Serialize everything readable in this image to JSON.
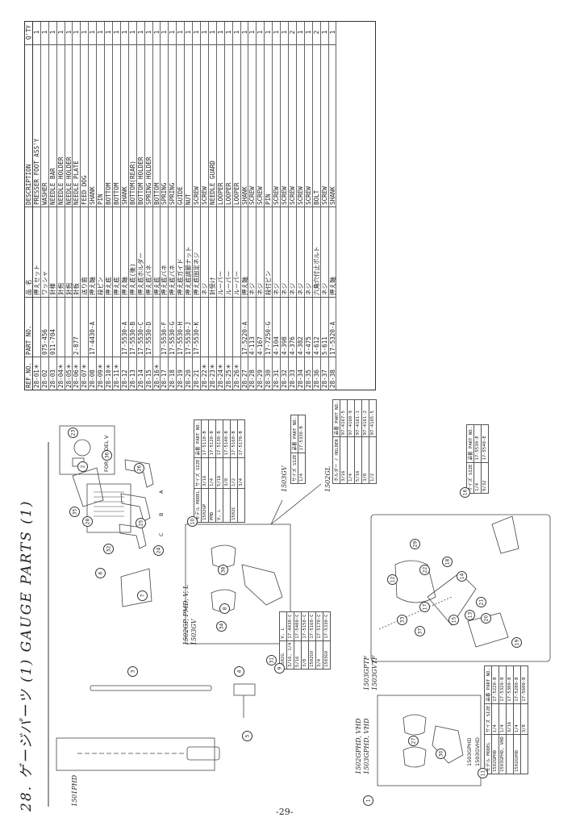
{
  "section_title": "28. ゲージパーツ (1)   GAUGE PARTS (1)",
  "page_number": "-29-",
  "table": {
    "headers": [
      "REF.NO.",
      "PART NO.",
      "品  名",
      "DESCRIPTION",
      "Q'TY"
    ],
    "rows": [
      [
        "28-01＊",
        "",
        "押えセット",
        "PRESSER FOOT ASS'Y",
        "1"
      ],
      [
        "28-02",
        "075-456",
        "ワッシャ",
        "WASHER",
        "1"
      ],
      [
        "28-03",
        "011-704",
        "針棒",
        "NEEDLE BAR",
        "1"
      ],
      [
        "28-04＊",
        "",
        "針抱",
        "NEEDLE HOLDER",
        "1"
      ],
      [
        "28-05＊",
        "",
        "針抱",
        "NEEDLE HOLDER",
        "1"
      ],
      [
        "28-06＊",
        "2-877",
        "針板",
        "NEEDLE PLATE",
        "1"
      ],
      [
        "28-07＊",
        "",
        "送り歯",
        "FEED DOG",
        "1"
      ],
      [
        "28-08",
        "17-4430-A",
        "押え軸",
        "SHANK",
        "1"
      ],
      [
        "28-09＊",
        "",
        "段ピン",
        "PIN",
        "1"
      ],
      [
        "28-10＊",
        "",
        "押え底",
        "BOTTOM",
        "1"
      ],
      [
        "28-11＊",
        "",
        "押え底",
        "BOTTOM",
        "1"
      ],
      [
        "28-12",
        "17-5530-A",
        "押え軸",
        "SHANK",
        "1"
      ],
      [
        "28-13",
        "17-5530-B",
        "押え底(後)",
        "BOTTOM(REAR)",
        "1"
      ],
      [
        "28-14",
        "17-5530-C",
        "押え底ホルダー",
        "BOTTOM HOLDER",
        "1"
      ],
      [
        "28-15",
        "17-5530-D",
        "押え底バネ",
        "SPRING HOLDER",
        "1"
      ],
      [
        "28-16＊",
        "",
        "押え底",
        "BOTTOM",
        "1"
      ],
      [
        "28-17",
        "17-5530-F",
        "押え底バネ",
        "SPRING",
        "1"
      ],
      [
        "28-18",
        "17-5530-G",
        "押え底バネ",
        "SPRING",
        "1"
      ],
      [
        "28-19",
        "17-5530-H",
        "押え底ガイド",
        "GUIDE",
        "1"
      ],
      [
        "28-20",
        "17-5530-J",
        "押え底調節ナット",
        "NUT",
        "1"
      ],
      [
        "28-21",
        "17-5530-K",
        "押え底固定ネジ",
        "SCREW",
        "1"
      ],
      [
        "28-22＊",
        "",
        "ネジ",
        "SCREW",
        "1"
      ],
      [
        "28-23＊",
        "",
        "針受け",
        "NEEDLE GUARD",
        "1"
      ],
      [
        "28-24＊",
        "",
        "ルーパー",
        "LOOPER",
        "1"
      ],
      [
        "28-25＊",
        "",
        "ルーパー",
        "LOOPER",
        "1"
      ],
      [
        "28-26＊",
        "",
        "ルーパー",
        "LOOPER",
        "1"
      ],
      [
        "28-27",
        "17-5220-A",
        "押え軸",
        "SHANK",
        "1"
      ],
      [
        "28-28",
        "4-113",
        "ネジ",
        "SCREW",
        "1"
      ],
      [
        "28-29",
        "4-167",
        "ネジ",
        "SCREW",
        "1"
      ],
      [
        "28-30",
        "17-7250-G",
        "段付ピン",
        "PIN",
        "1"
      ],
      [
        "28-31",
        "4-104",
        "ネジ",
        "SCREW",
        "1"
      ],
      [
        "28-32",
        "4-398",
        "ネジ",
        "SCREW",
        "1"
      ],
      [
        "28-33",
        "4-376",
        "ネジ",
        "SCREW",
        "2"
      ],
      [
        "28-34",
        "4-382",
        "ネジ",
        "SCREW",
        "1"
      ],
      [
        "28-35",
        "4-475",
        "ネジ",
        "SCREW",
        "1"
      ],
      [
        "28-36",
        "4-612",
        "六角穴付止ボルト",
        "BOLT",
        "2"
      ],
      [
        "28-37",
        "5-611",
        "ネジ",
        "SCREW",
        "1"
      ],
      [
        "28-38",
        "17-5320-A",
        "押え軸",
        "SHANK",
        "1"
      ]
    ]
  },
  "labels": {
    "model_1501phd": "1501PHD",
    "model_1502gp": "1502GP, PMD, V, L",
    "model_1503gv_a": "1503GV",
    "model_1503gv_b": "1503GV",
    "model_1502gl": "1502GL",
    "model_1503gptf": "1503GPTF",
    "model_1503gvtf": "1503GVTF",
    "model_1502gphd": "1502GPHD, VHD",
    "model_1503gphd": "1503GPHD, VHD",
    "model_1503gphd_b": "1503GPHD",
    "model_1503gvhd": "1503GVHD",
    "for_model_v": "FOR MODEL V",
    "abc": [
      "A",
      "B",
      "C"
    ]
  },
  "mini_tables": {
    "t10": {
      "callout": "10",
      "head": [
        "モデル MODEL",
        "サイズ SIZE",
        "品番 PART NO."
      ],
      "rows": [
        [
          "1502GP",
          "3/16",
          "17-5110-B"
        ],
        [
          "PMD",
          "1/4",
          "17-5120-B"
        ],
        [
          "V, L",
          "5/16",
          "17-5130-B"
        ],
        [
          "",
          "3/8",
          "17-5140-B"
        ],
        [
          "1502C",
          "1/2",
          "17-5160-B"
        ],
        [
          "",
          "3/4",
          "17-5170-B"
        ]
      ]
    },
    "t9": {
      "callout": "9",
      "head": [
        "1502G",
        "V, L"
      ],
      "rows": [
        [
          "3/16, 1/4",
          "17-4430-C"
        ],
        [
          "5/16",
          "17-5400-C"
        ],
        [
          "3/8",
          "17-5150-C"
        ],
        [
          "1502GV",
          "17-5160-C"
        ],
        [
          "3/4",
          "17-5170-C"
        ],
        [
          "1503GV",
          "17-5330-C"
        ]
      ]
    },
    "t1503gv": {
      "head": [
        "サイズ SIZE",
        "品番 PART NO."
      ],
      "rows": [
        [
          "1/4",
          "17-5330-B"
        ]
      ]
    },
    "t1502gl": {
      "head": [
        "ホルダー / HOLDER",
        "品番 PART NO."
      ],
      "rows": [
        [
          "3/16",
          "97-4167-5"
        ],
        [
          "1/4",
          "97-4160-9"
        ],
        [
          "5/16",
          "97-4161-1"
        ],
        [
          "3/8",
          "97-4161-2"
        ],
        [
          "1/2",
          "97-4165-5"
        ]
      ]
    },
    "t16": {
      "callout": "16",
      "head": [
        "サイズ SIZE",
        "品番 PART NO."
      ],
      "rows": [
        [
          "1/4",
          "17-5530-E"
        ],
        [
          "9/32",
          "17-5540-E"
        ]
      ]
    },
    "t11": {
      "callout": "11",
      "head": [
        "モデル MODEL",
        "サイズ SIZE",
        "品番 PART NO."
      ],
      "rows": [
        [
          "1502GPHD",
          "1/4",
          "17-5220-B"
        ],
        [
          "1503GPHD, VHD",
          "1/4",
          "17-5320-B"
        ],
        [
          "",
          "3/16",
          "17-5300-B"
        ],
        [
          "1502GVHD",
          "1/4",
          "17-5280-B"
        ],
        [
          "",
          "3/8",
          "17-5600-B"
        ]
      ]
    }
  },
  "callouts": [
    "1",
    "2",
    "3",
    "4",
    "5",
    "6",
    "7",
    "8",
    "12",
    "13",
    "14",
    "15",
    "17",
    "18",
    "19",
    "20",
    "21",
    "22",
    "23",
    "24",
    "25",
    "26",
    "27",
    "28",
    "29",
    "30",
    "31",
    "32",
    "33",
    "34",
    "35",
    "36",
    "37",
    "38"
  ]
}
